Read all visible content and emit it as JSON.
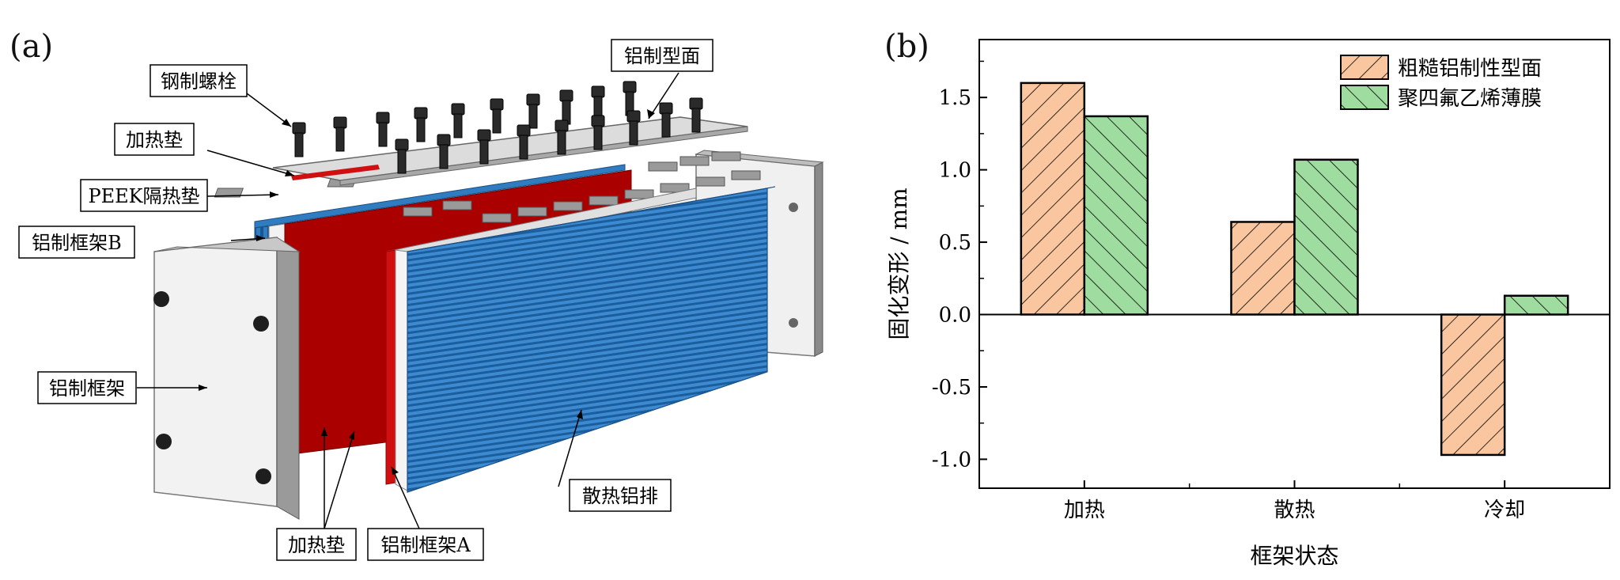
{
  "panel_a": {
    "letter": "(a)",
    "labels": {
      "steel_bolt": "钢制螺栓",
      "aluminum_profile": "铝制型面",
      "heating_pad_top": "加热垫",
      "peek_pad": "PEEK隔热垫",
      "frame_b": "铝制框架B",
      "frame": "铝制框架",
      "heat_sink": "散热铝排",
      "heating_pad_bottom": "加热垫",
      "frame_a": "铝制框架A"
    },
    "colors": {
      "heater_red": "#b00000",
      "sink_blue": "#2f7dc0",
      "frame_gray": "#e6e6e6",
      "bolt_black": "#2a2a2a"
    }
  },
  "panel_b": {
    "letter": "(b)"
  },
  "chart_data": {
    "type": "bar",
    "categories": [
      "加热",
      "散热",
      "冷却"
    ],
    "series": [
      {
        "name": "粗糙铝制性型面",
        "values": [
          1.6,
          0.64,
          -0.97
        ],
        "color": "#f9c69f",
        "hatch": "forward"
      },
      {
        "name": "聚四氟乙烯薄膜",
        "values": [
          1.37,
          1.07,
          0.13
        ],
        "color": "#9fdc9f",
        "hatch": "backward"
      }
    ],
    "xlabel": "框架状态",
    "ylabel": "固化变形 / mm",
    "ylim": [
      -1.2,
      1.9
    ],
    "yticks": [
      -1.0,
      -0.5,
      0.0,
      0.5,
      1.0,
      1.5
    ],
    "ytick_labels": [
      "-1.0",
      "-0.5",
      "0.0",
      "0.5",
      "1.0",
      "1.5"
    ],
    "legend_position": "top-right",
    "grid": false
  }
}
